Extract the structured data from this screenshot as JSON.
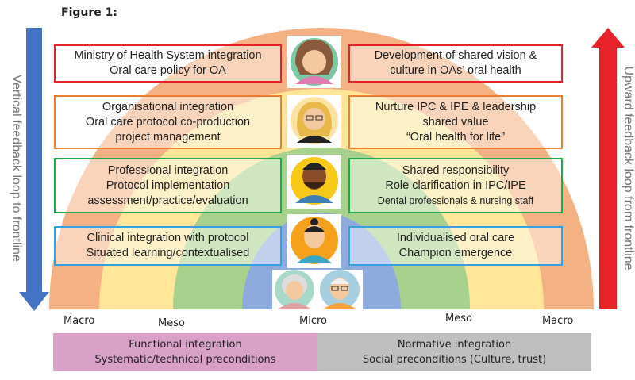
{
  "figure_title": "Figure 1:",
  "left_arrow_label": "Vertical feedback loop to frontline",
  "right_arrow_label": "Upward feedback loop from frontline",
  "colors": {
    "macro": "#f4b183",
    "meso": "#ffe699",
    "micro_green": "#a9d18e",
    "micro_blue": "#8faadc",
    "left_arrow": "#4472c4",
    "right_arrow": "#e8242a",
    "functional": "#d9a0c8",
    "normative": "#bfbfbf"
  },
  "left_boxes": [
    {
      "lines": [
        "Ministry of Health System integration",
        "Oral care policy for OA"
      ]
    },
    {
      "lines": [
        "Organisational integration",
        "Oral care protocol co-production",
        "project management"
      ]
    },
    {
      "lines": [
        "Professional integration",
        "Protocol implementation",
        "assessment/practice/evaluation"
      ]
    },
    {
      "lines": [
        "Clinical integration with protocol",
        "Situated learning/contextualised"
      ]
    }
  ],
  "right_boxes": [
    {
      "lines": [
        "Development of shared vision &",
        "culture in OAs’ oral health"
      ]
    },
    {
      "lines": [
        "Nurture IPC & IPE & leadership",
        "shared value",
        "“Oral health for life”"
      ]
    },
    {
      "lines": [
        "Shared responsibility",
        "Role clarification in IPC/IPE",
        "Dental professionals & nursing staff"
      ]
    },
    {
      "lines": [
        "Individualised oral care",
        "Champion emergence"
      ]
    }
  ],
  "levels": [
    "Macro",
    "Meso",
    "Micro",
    "Meso",
    "Macro"
  ],
  "functional": {
    "title": "Functional integration",
    "subtitle": "Systematic/technical preconditions"
  },
  "normative": {
    "title": "Normative integration",
    "subtitle": "Social preconditions (Culture, trust)"
  }
}
